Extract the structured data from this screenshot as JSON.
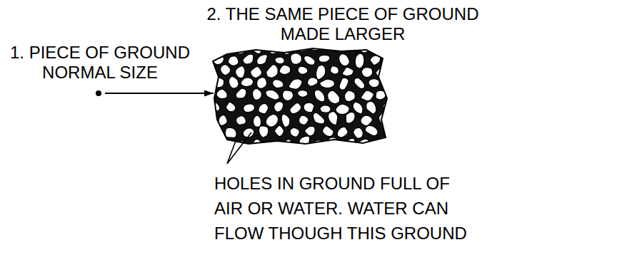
{
  "diagram": {
    "nodes": [
      {
        "text": [
          "1. PIECE OF GROUND NORMAL SIZE"
        ]
      },
      {
        "text": [
          "2. THE SAME PIECE OF GROUND MADE LARGER"
        ]
      }
    ],
    "edges": [
      {
        "from": 0,
        "to": 1,
        "arrow": "to"
      }
    ],
    "labels": [
      "HOLES IN GROUND FULL OF AIR OR WATER. WATER CAN FLOW THOUGH THIS GROUND"
    ]
  }
}
